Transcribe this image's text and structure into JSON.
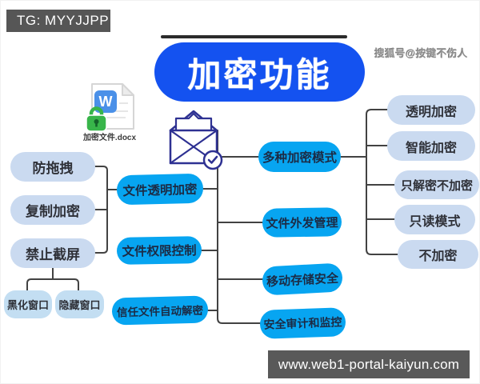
{
  "watermarks": {
    "tg_badge": "TG: MYYJJPP",
    "sohu": "搜狐号@按键不伤人",
    "site_bar": "www.web1-portal-kaiyun.com"
  },
  "title": "加密功能",
  "file_icon": {
    "filename": "加密文件.docx",
    "badge_letter": "W"
  },
  "diagram": {
    "transparent_children": [
      "防拖拽",
      "复制加密",
      "禁止截屏"
    ],
    "screenshot_children": [
      "黑化窗口",
      "隐藏窗口"
    ],
    "center_left": [
      "文件透明加密",
      "文件权限控制",
      "信任文件自动解密"
    ],
    "center_right": [
      "多种加密模式",
      "文件外发管理",
      "移动存储安全",
      "安全审计和监控"
    ],
    "mode_children": [
      "透明加密",
      "智能加密",
      "只解密不加密",
      "只读模式",
      "不加密"
    ]
  },
  "colors": {
    "title_blue": "#1452f0",
    "node_azure": "#07a5f1",
    "node_light": "#cadaf0",
    "node_light_small": "#c3def2",
    "line": "#424242",
    "bar_gray": "#595959",
    "lock_green": "#38b54a",
    "word_badge_blue": "#4a90e8",
    "envelope_navy": "#2e3192"
  }
}
